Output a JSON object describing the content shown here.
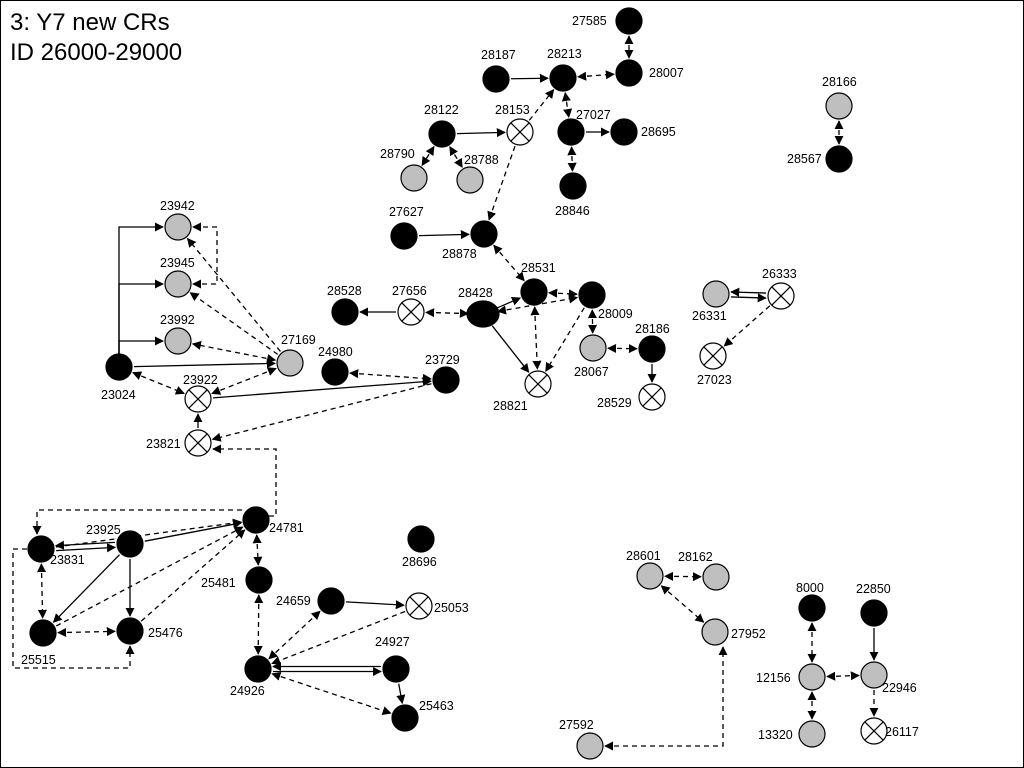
{
  "title": {
    "line1": "3: Y7 new CRs",
    "line2": "ID 26000-29000"
  },
  "node_styles": {
    "black": "#000000",
    "gray": "#bfbfbf",
    "crossed": "#ffffff"
  },
  "nodes": [
    {
      "id": "n23942",
      "label": "23942",
      "type": "gray"
    },
    {
      "id": "n23945",
      "label": "23945",
      "type": "gray"
    },
    {
      "id": "n23992",
      "label": "23992",
      "type": "gray"
    },
    {
      "id": "n27169",
      "label": "27169",
      "type": "gray"
    },
    {
      "id": "n23024",
      "label": "23024",
      "type": "black"
    },
    {
      "id": "n23922",
      "label": "23922",
      "type": "crossed"
    },
    {
      "id": "n23821",
      "label": "23821",
      "type": "crossed"
    },
    {
      "id": "n24980",
      "label": "24980",
      "type": "black"
    },
    {
      "id": "n23729",
      "label": "23729",
      "type": "black"
    },
    {
      "id": "n28528",
      "label": "28528",
      "type": "black"
    },
    {
      "id": "n27656",
      "label": "27656",
      "type": "crossed"
    },
    {
      "id": "n28428",
      "label": "28428",
      "type": "black"
    },
    {
      "id": "n28531",
      "label": "28531",
      "type": "black"
    },
    {
      "id": "n28009",
      "label": "28009",
      "type": "black"
    },
    {
      "id": "n28067",
      "label": "28067",
      "type": "gray"
    },
    {
      "id": "n28186",
      "label": "28186",
      "type": "black"
    },
    {
      "id": "n28529",
      "label": "28529",
      "type": "crossed"
    },
    {
      "id": "n28821",
      "label": "28821",
      "type": "crossed"
    },
    {
      "id": "n27627",
      "label": "27627",
      "type": "black"
    },
    {
      "id": "n28878",
      "label": "28878",
      "type": "black"
    },
    {
      "id": "n28122",
      "label": "28122",
      "type": "black"
    },
    {
      "id": "n28790",
      "label": "28790",
      "type": "gray"
    },
    {
      "id": "n28788",
      "label": "28788",
      "type": "gray"
    },
    {
      "id": "n28153",
      "label": "28153",
      "type": "crossed"
    },
    {
      "id": "n28187",
      "label": "28187",
      "type": "black"
    },
    {
      "id": "n28213",
      "label": "28213",
      "type": "black"
    },
    {
      "id": "n27585",
      "label": "27585",
      "type": "black"
    },
    {
      "id": "n28007",
      "label": "28007",
      "type": "black"
    },
    {
      "id": "n27027",
      "label": "27027",
      "type": "black"
    },
    {
      "id": "n28695",
      "label": "28695",
      "type": "black"
    },
    {
      "id": "n28846",
      "label": "28846",
      "type": "black"
    },
    {
      "id": "n28166",
      "label": "28166",
      "type": "gray"
    },
    {
      "id": "n28567",
      "label": "28567",
      "type": "black"
    },
    {
      "id": "n26331",
      "label": "26331",
      "type": "gray"
    },
    {
      "id": "n26333",
      "label": "26333",
      "type": "crossed"
    },
    {
      "id": "n27023",
      "label": "27023",
      "type": "crossed"
    },
    {
      "id": "n24781",
      "label": "24781",
      "type": "black"
    },
    {
      "id": "n23925",
      "label": "23925",
      "type": "black"
    },
    {
      "id": "n23831",
      "label": "23831",
      "type": "black"
    },
    {
      "id": "n25515",
      "label": "25515",
      "type": "black"
    },
    {
      "id": "n25476",
      "label": "25476",
      "type": "black"
    },
    {
      "id": "n25481",
      "label": "25481",
      "type": "black"
    },
    {
      "id": "n24659",
      "label": "24659",
      "type": "black"
    },
    {
      "id": "n25053",
      "label": "25053",
      "type": "crossed"
    },
    {
      "id": "n24927",
      "label": "24927",
      "type": "black"
    },
    {
      "id": "n24926",
      "label": "24926",
      "type": "black"
    },
    {
      "id": "n25463",
      "label": "25463",
      "type": "black"
    },
    {
      "id": "n28696",
      "label": "28696",
      "type": "black"
    },
    {
      "id": "n28601",
      "label": "28601",
      "type": "gray"
    },
    {
      "id": "n28162",
      "label": "28162",
      "type": "gray"
    },
    {
      "id": "n27952",
      "label": "27952",
      "type": "gray"
    },
    {
      "id": "n27592",
      "label": "27592",
      "type": "gray"
    },
    {
      "id": "n8000",
      "label": "8000",
      "type": "black"
    },
    {
      "id": "n22850",
      "label": "22850",
      "type": "black"
    },
    {
      "id": "n12156",
      "label": "12156",
      "type": "gray"
    },
    {
      "id": "n22946",
      "label": "22946",
      "type": "gray"
    },
    {
      "id": "n13320",
      "label": "13320",
      "type": "gray"
    },
    {
      "id": "n26117",
      "label": "26117",
      "type": "crossed"
    }
  ],
  "edges": [
    {
      "from": "n23024",
      "to": "n23942",
      "style": "solid",
      "dir": "to",
      "route": "bus"
    },
    {
      "from": "n23024",
      "to": "n23945",
      "style": "solid",
      "dir": "to",
      "route": "bus"
    },
    {
      "from": "n23024",
      "to": "n23992",
      "style": "solid",
      "dir": "to",
      "route": "bus"
    },
    {
      "from": "n23024",
      "to": "n27169",
      "style": "solid",
      "dir": "to"
    },
    {
      "from": "n27169",
      "to": "n23942",
      "style": "dashed",
      "dir": "to"
    },
    {
      "from": "n27169",
      "to": "n23945",
      "style": "dashed",
      "dir": "to"
    },
    {
      "from": "n27169",
      "to": "n23992",
      "style": "dashed",
      "dir": "both"
    },
    {
      "from": "n23945",
      "to": "n23942",
      "style": "dashed",
      "dir": "both",
      "route": "bracket"
    },
    {
      "from": "n23024",
      "to": "n23922",
      "style": "dashed",
      "dir": "both"
    },
    {
      "from": "n23922",
      "to": "n27169",
      "style": "dashed",
      "dir": "both"
    },
    {
      "from": "n23922",
      "to": "n23729",
      "style": "solid",
      "dir": "to"
    },
    {
      "from": "n23821",
      "to": "n23922",
      "style": "solid",
      "dir": "to"
    },
    {
      "from": "n23729",
      "to": "n23821",
      "style": "dashed",
      "dir": "to"
    },
    {
      "from": "n24980",
      "to": "n23729",
      "style": "dashed",
      "dir": "both"
    },
    {
      "from": "n24781",
      "to": "n23821",
      "style": "dashed",
      "dir": "to",
      "route": "elbow"
    },
    {
      "from": "n27656",
      "to": "n28528",
      "style": "solid",
      "dir": "to"
    },
    {
      "from": "n28428",
      "to": "n27656",
      "style": "dashed",
      "dir": "both"
    },
    {
      "from": "n28428",
      "to": "n28531",
      "style": "solid",
      "dir": "to"
    },
    {
      "from": "n28428",
      "to": "n28821",
      "style": "solid",
      "dir": "to"
    },
    {
      "from": "n28428",
      "to": "n28009",
      "style": "dashed",
      "dir": "both"
    },
    {
      "from": "n28531",
      "to": "n28009",
      "style": "dashed",
      "dir": "both"
    },
    {
      "from": "n28531",
      "to": "n28821",
      "style": "dashed",
      "dir": "both"
    },
    {
      "from": "n28009",
      "to": "n28821",
      "style": "dashed",
      "dir": "to"
    },
    {
      "from": "n28009",
      "to": "n28067",
      "style": "dashed",
      "dir": "both"
    },
    {
      "from": "n28067",
      "to": "n28186",
      "style": "dashed",
      "dir": "both"
    },
    {
      "from": "n28186",
      "to": "n28529",
      "style": "solid",
      "dir": "to"
    },
    {
      "from": "n28878",
      "to": "n28531",
      "style": "dashed",
      "dir": "both"
    },
    {
      "from": "n27627",
      "to": "n28878",
      "style": "solid",
      "dir": "to"
    },
    {
      "from": "n28153",
      "to": "n28878",
      "style": "dashed",
      "dir": "to"
    },
    {
      "from": "n28122",
      "to": "n28153",
      "style": "solid",
      "dir": "to"
    },
    {
      "from": "n28122",
      "to": "n28790",
      "style": "dashed",
      "dir": "both"
    },
    {
      "from": "n28122",
      "to": "n28788",
      "style": "dashed",
      "dir": "both"
    },
    {
      "from": "n28153",
      "to": "n28213",
      "style": "dashed",
      "dir": "to"
    },
    {
      "from": "n28187",
      "to": "n28213",
      "style": "solid",
      "dir": "to"
    },
    {
      "from": "n28213",
      "to": "n28007",
      "style": "dashed",
      "dir": "both"
    },
    {
      "from": "n27585",
      "to": "n28007",
      "style": "dashed",
      "dir": "both"
    },
    {
      "from": "n28213",
      "to": "n27027",
      "style": "dashed",
      "dir": "both"
    },
    {
      "from": "n27027",
      "to": "n28695",
      "style": "solid",
      "dir": "to"
    },
    {
      "from": "n27027",
      "to": "n28846",
      "style": "dashed",
      "dir": "both"
    },
    {
      "from": "n28166",
      "to": "n28567",
      "style": "dashed",
      "dir": "both"
    },
    {
      "from": "n26331",
      "to": "n26333",
      "style": "solid",
      "dir": "to",
      "double": true
    },
    {
      "from": "n26333",
      "to": "n27023",
      "style": "dashed",
      "dir": "to"
    },
    {
      "from": "n23831",
      "to": "n23925",
      "style": "solid",
      "dir": "to",
      "double": true
    },
    {
      "from": "n23925",
      "to": "n24781",
      "style": "solid",
      "dir": "to"
    },
    {
      "from": "n23925",
      "to": "n25515",
      "style": "solid",
      "dir": "to"
    },
    {
      "from": "n23925",
      "to": "n25476",
      "style": "solid",
      "dir": "to"
    },
    {
      "from": "n23831",
      "to": "n25515",
      "style": "dashed",
      "dir": "both"
    },
    {
      "from": "n25515",
      "to": "n25476",
      "style": "dashed",
      "dir": "both"
    },
    {
      "from": "n23831",
      "to": "n24781",
      "style": "dashed",
      "dir": "to"
    },
    {
      "from": "n25515",
      "to": "n24781",
      "style": "dashed",
      "dir": "to"
    },
    {
      "from": "n25476",
      "to": "n24781",
      "style": "dashed",
      "dir": "to"
    },
    {
      "from": "n24781",
      "to": "n23831",
      "style": "dashed",
      "dir": "to",
      "route": "loop-top"
    },
    {
      "from": "n25515",
      "to": "n25476",
      "style": "dashed",
      "dir": "to",
      "route": "loop-bottom"
    },
    {
      "from": "n24781",
      "to": "n25481",
      "style": "dashed",
      "dir": "both"
    },
    {
      "from": "n25481",
      "to": "n24926",
      "style": "dashed",
      "dir": "both"
    },
    {
      "from": "n24659",
      "to": "n25053",
      "style": "solid",
      "dir": "to"
    },
    {
      "from": "n24926",
      "to": "n24659",
      "style": "dashed",
      "dir": "both"
    },
    {
      "from": "n25053",
      "to": "n24926",
      "style": "dashed",
      "dir": "to"
    },
    {
      "from": "n24926",
      "to": "n24927",
      "style": "solid",
      "dir": "to",
      "double": true
    },
    {
      "from": "n24927",
      "to": "n25463",
      "style": "solid",
      "dir": "to"
    },
    {
      "from": "n24926",
      "to": "n25463",
      "style": "dashed",
      "dir": "both"
    },
    {
      "from": "n28601",
      "to": "n28162",
      "style": "dashed",
      "dir": "both"
    },
    {
      "from": "n28601",
      "to": "n27952",
      "style": "dashed",
      "dir": "both"
    },
    {
      "from": "n27592",
      "to": "n27952",
      "style": "dashed",
      "dir": "both",
      "route": "elbow2"
    },
    {
      "from": "n8000",
      "to": "n12156",
      "style": "dashed",
      "dir": "both"
    },
    {
      "from": "n22850",
      "to": "n22946",
      "style": "solid",
      "dir": "to"
    },
    {
      "from": "n12156",
      "to": "n22946",
      "style": "dashed",
      "dir": "both"
    },
    {
      "from": "n12156",
      "to": "n13320",
      "style": "dashed",
      "dir": "both"
    },
    {
      "from": "n22946",
      "to": "n26117",
      "style": "dashed",
      "dir": "to"
    }
  ]
}
